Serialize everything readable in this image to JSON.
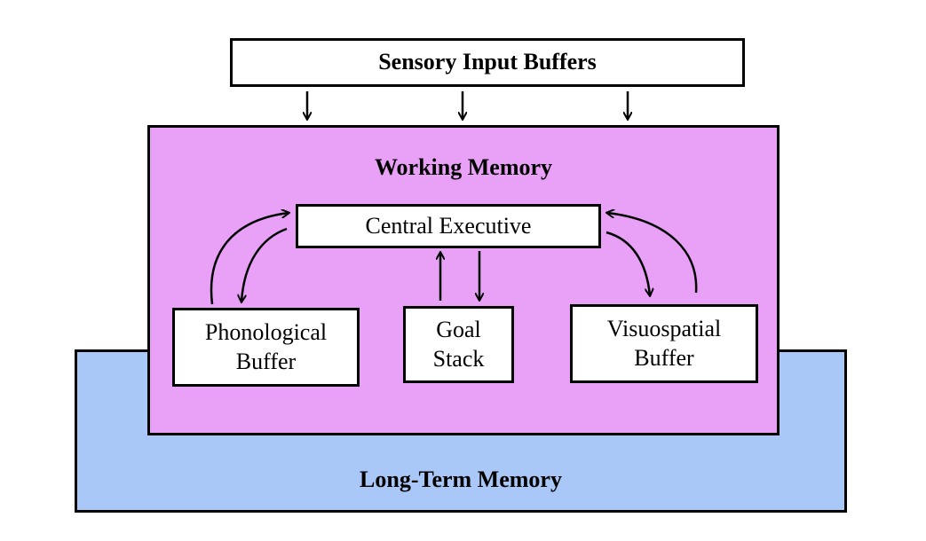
{
  "colors": {
    "long_term_memory_fill": "#a9c8f7",
    "working_memory_fill": "#e9a0f7",
    "box_fill": "#ffffff",
    "line": "#000000"
  },
  "diagram": {
    "sensory_input_buffers": "Sensory Input Buffers",
    "working_memory": "Working Memory",
    "central_executive": "Central Executive",
    "phonological_buffer": {
      "line1": "Phonological",
      "line2": "Buffer"
    },
    "goal_stack": {
      "line1": "Goal",
      "line2": "Stack"
    },
    "visuospatial_buffer": {
      "line1": "Visuospatial",
      "line2": "Buffer"
    },
    "long_term_memory": "Long-Term Memory"
  }
}
